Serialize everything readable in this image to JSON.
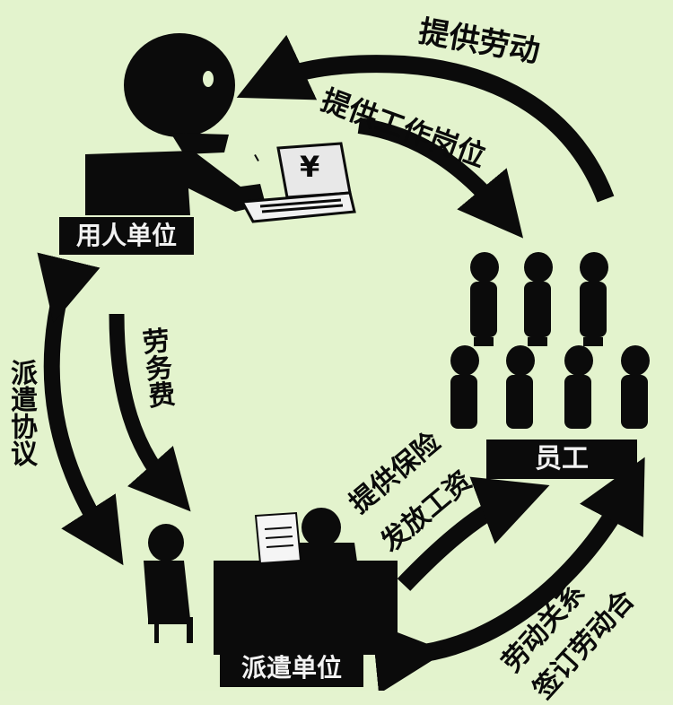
{
  "nodes": {
    "employer": "用人单位",
    "employees": "员工",
    "agency": "派遣单位"
  },
  "flows": {
    "provide_labor": "提供劳动",
    "provide_jobs": "提供工作岗位",
    "service_fee": "劳务费",
    "dispatch_agreement": "派遣协议",
    "insurance_line1": "提供保险",
    "insurance_line2": "发放工资",
    "labor_line1": "劳动关系",
    "labor_line2": "签订劳动合"
  },
  "laptop_symbol": "¥",
  "colors": {
    "background": "#e3f3cd",
    "ink": "#0b0b0b"
  }
}
